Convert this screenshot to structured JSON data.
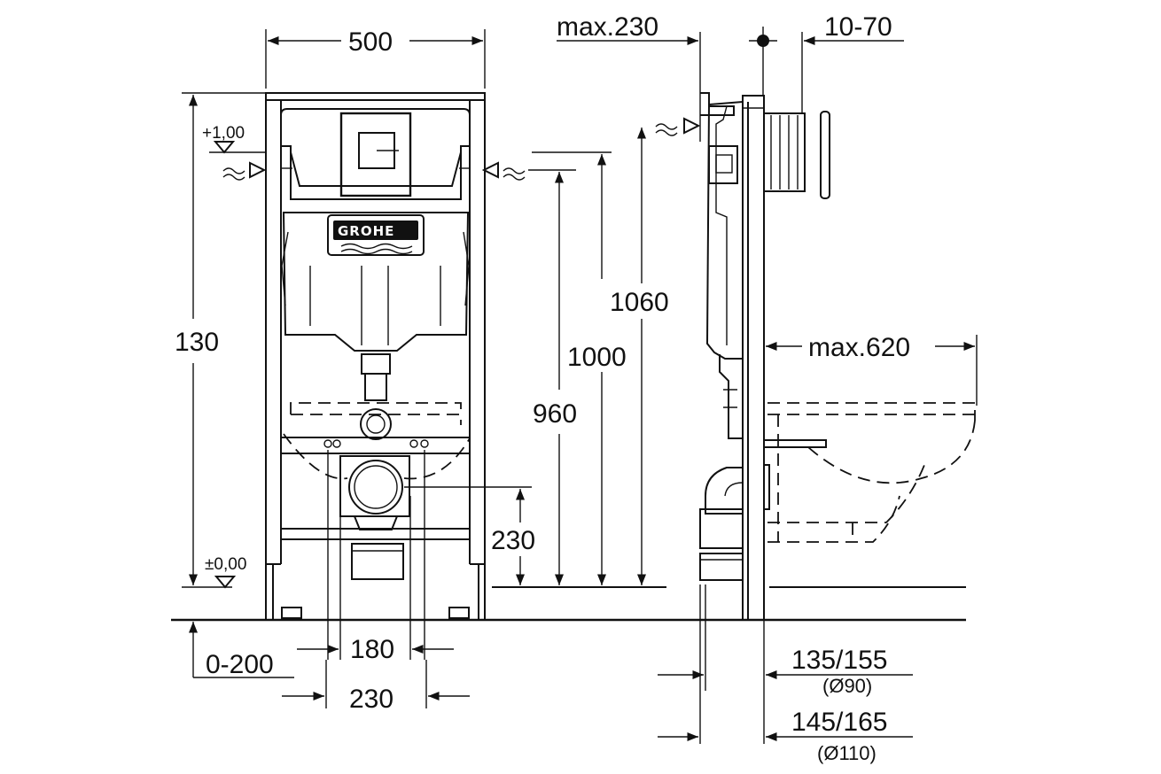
{
  "diagram": {
    "brand_logo": "GROHE",
    "front_view": {
      "width_label": "500",
      "height_label": "130",
      "level_top_label": "+1,00",
      "level_bottom_label": "±0,00",
      "dim_1060": "1060",
      "dim_1000": "1000",
      "dim_960": "960",
      "dim_230_height": "230",
      "dim_180": "180",
      "dim_230_width": "230",
      "dim_0_200": "0-200"
    },
    "side_view": {
      "max_depth_label": "max.230",
      "wall_offset_label": "10-70",
      "max_projection_label": "max.620",
      "dim_135_155": "135/155",
      "dim_135_155_note": "(Ø90)",
      "dim_145_165": "145/165",
      "dim_145_165_note": "(Ø110)"
    },
    "icons": [
      "water-inlet-arrow-icon",
      "level-triangle-icon",
      "wall-mark-icon"
    ]
  }
}
